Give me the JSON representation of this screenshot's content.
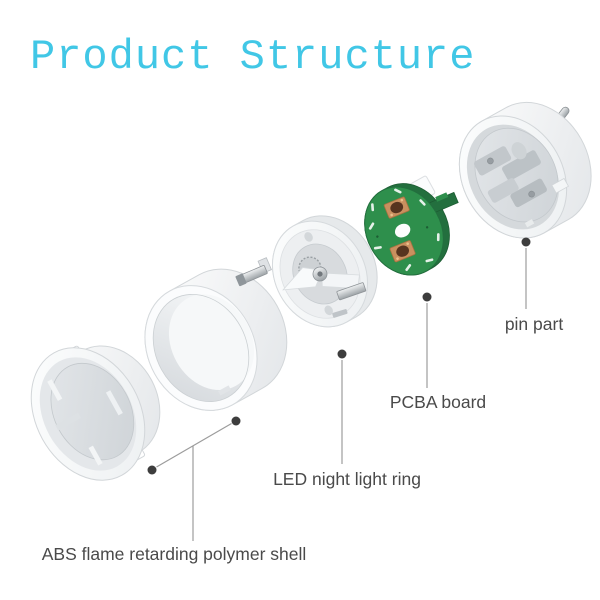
{
  "title": {
    "text": "Product Structure"
  },
  "callouts": {
    "pin_part": {
      "label": "pin part"
    },
    "pcba_board": {
      "label": "PCBA board"
    },
    "led_ring": {
      "label": "LED night light ring"
    },
    "abs_shell": {
      "label": "ABS flame retarding polymer shell"
    }
  },
  "colors": {
    "accent_cyan": "#41c7e6",
    "label_text": "#4a4a4a",
    "leader_line": "#9c9c9c",
    "dot": "#3d3d3d",
    "pcb_green": "#2e8f4c",
    "pcb_green_dark": "#236f3e",
    "copper_pad": "#c9905f",
    "copper_dark": "#57341f",
    "background": "#ffffff"
  }
}
